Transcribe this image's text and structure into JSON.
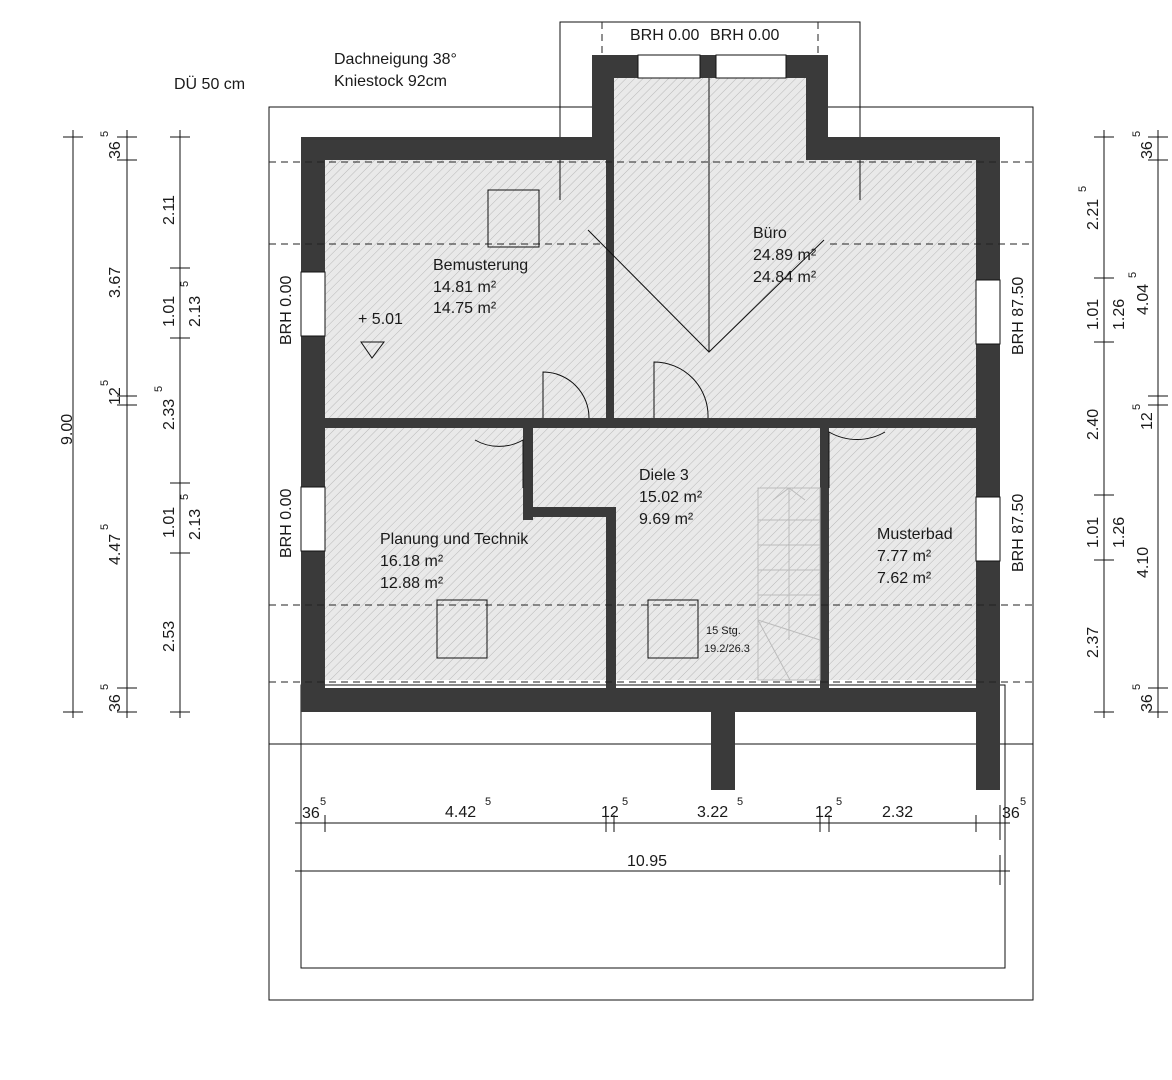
{
  "roof": {
    "overhang": "DÜ 50 cm",
    "pitch": "Dachneigung 38°",
    "knee_wall": "Kniestock 92cm"
  },
  "dormer": {
    "brh_left": "BRH 0.00",
    "brh_right": "BRH 0.00"
  },
  "rooms": [
    {
      "name": "Bemusterung",
      "area_gross": "14.81 m²",
      "area_net": "14.75 m²"
    },
    {
      "name": "Büro",
      "area_gross": "24.89 m²",
      "area_net": "24.84 m²"
    },
    {
      "name": "Diele 3",
      "area_gross": "15.02 m²",
      "area_net": "9.69 m²"
    },
    {
      "name": "Planung und Technik",
      "area_gross": "16.18 m²",
      "area_net": "12.88 m²"
    },
    {
      "name": "Musterbad",
      "area_gross": "7.77 m²",
      "area_net": "7.62 m²"
    }
  ],
  "level_mark": "+ 5.01",
  "window_labels": {
    "left_top": "BRH 0.00",
    "left_bottom": "BRH 0.00",
    "right_top": "BRH 87.50",
    "right_bottom": "BRH 87.50"
  },
  "stair_note": [
    "15 Stg.",
    "19.2/26.3"
  ],
  "dims_bottom": {
    "wall_left": "36",
    "wall_left_sup": "5",
    "seg1": "4.42",
    "seg1_sup": "5",
    "int1": "12",
    "int1_sup": "5",
    "seg2": "3.22",
    "seg2_sup": "5",
    "int2": "12",
    "int2_sup": "5",
    "seg3": "2.32",
    "wall_right": "36",
    "wall_right_sup": "5",
    "total": "10.95"
  },
  "dims_left_outer": {
    "total": "9.00",
    "top_wall": "36",
    "top_wall_sup": "5",
    "seg1": "3.67",
    "int": "12",
    "int_sup": "5",
    "seg2": "4.47",
    "seg2_sup": "5",
    "bottom_wall": "36",
    "bottom_wall_sup": "5"
  },
  "dims_left_inner": {
    "a": "2.11",
    "b": "1.01",
    "c": "2.13",
    "c_sup": "5",
    "d": "2.33",
    "d_sup": "5",
    "e": "1.01",
    "f": "2.13",
    "f_sup": "5",
    "g": "2.53"
  },
  "dims_right_inner": {
    "a": "2.21",
    "a_sup": "5",
    "b": "1.01",
    "c": "2.40",
    "d": "1.01",
    "e": "2.37"
  },
  "dims_right_mid": {
    "a": "1.26",
    "b": "1.26"
  },
  "dims_right_outer": {
    "top_wall": "36",
    "top_wall_sup": "5",
    "seg1": "4.04",
    "seg1_sup": "5",
    "int": "12",
    "int_sup": "5",
    "seg2": "4.10",
    "bottom_wall": "36",
    "bottom_wall_sup": "5"
  }
}
